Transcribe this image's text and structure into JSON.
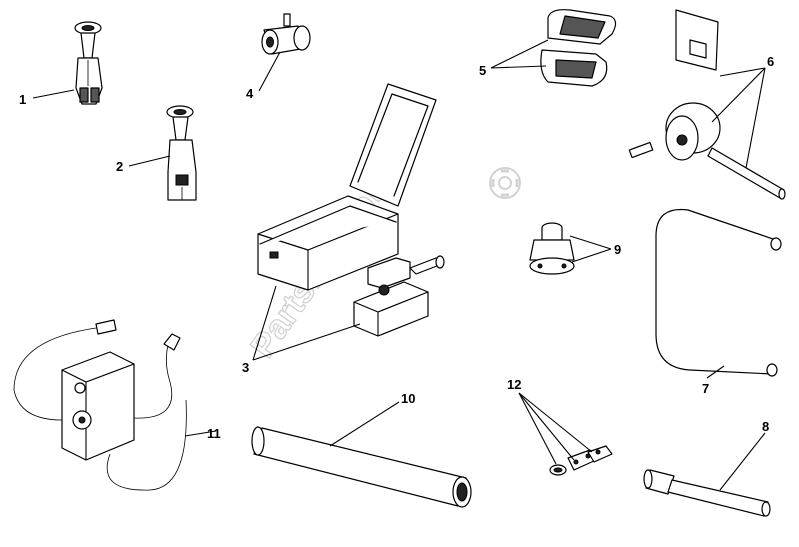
{
  "watermark": {
    "text": "PartsRepublik",
    "logo": "gear-logo"
  },
  "callouts": [
    {
      "id": "part-1",
      "label": "1"
    },
    {
      "id": "part-2",
      "label": "2"
    },
    {
      "id": "part-3",
      "label": "3"
    },
    {
      "id": "part-4",
      "label": "4"
    },
    {
      "id": "part-5",
      "label": "5"
    },
    {
      "id": "part-6",
      "label": "6"
    },
    {
      "id": "part-7",
      "label": "7"
    },
    {
      "id": "part-8",
      "label": "8"
    },
    {
      "id": "part-9",
      "label": "9"
    },
    {
      "id": "part-10",
      "label": "10"
    },
    {
      "id": "part-11",
      "label": "11"
    },
    {
      "id": "part-12",
      "label": "12"
    }
  ],
  "colors": {
    "line": "#000000",
    "watermark": "#d2d2d2",
    "background": "#ffffff"
  }
}
